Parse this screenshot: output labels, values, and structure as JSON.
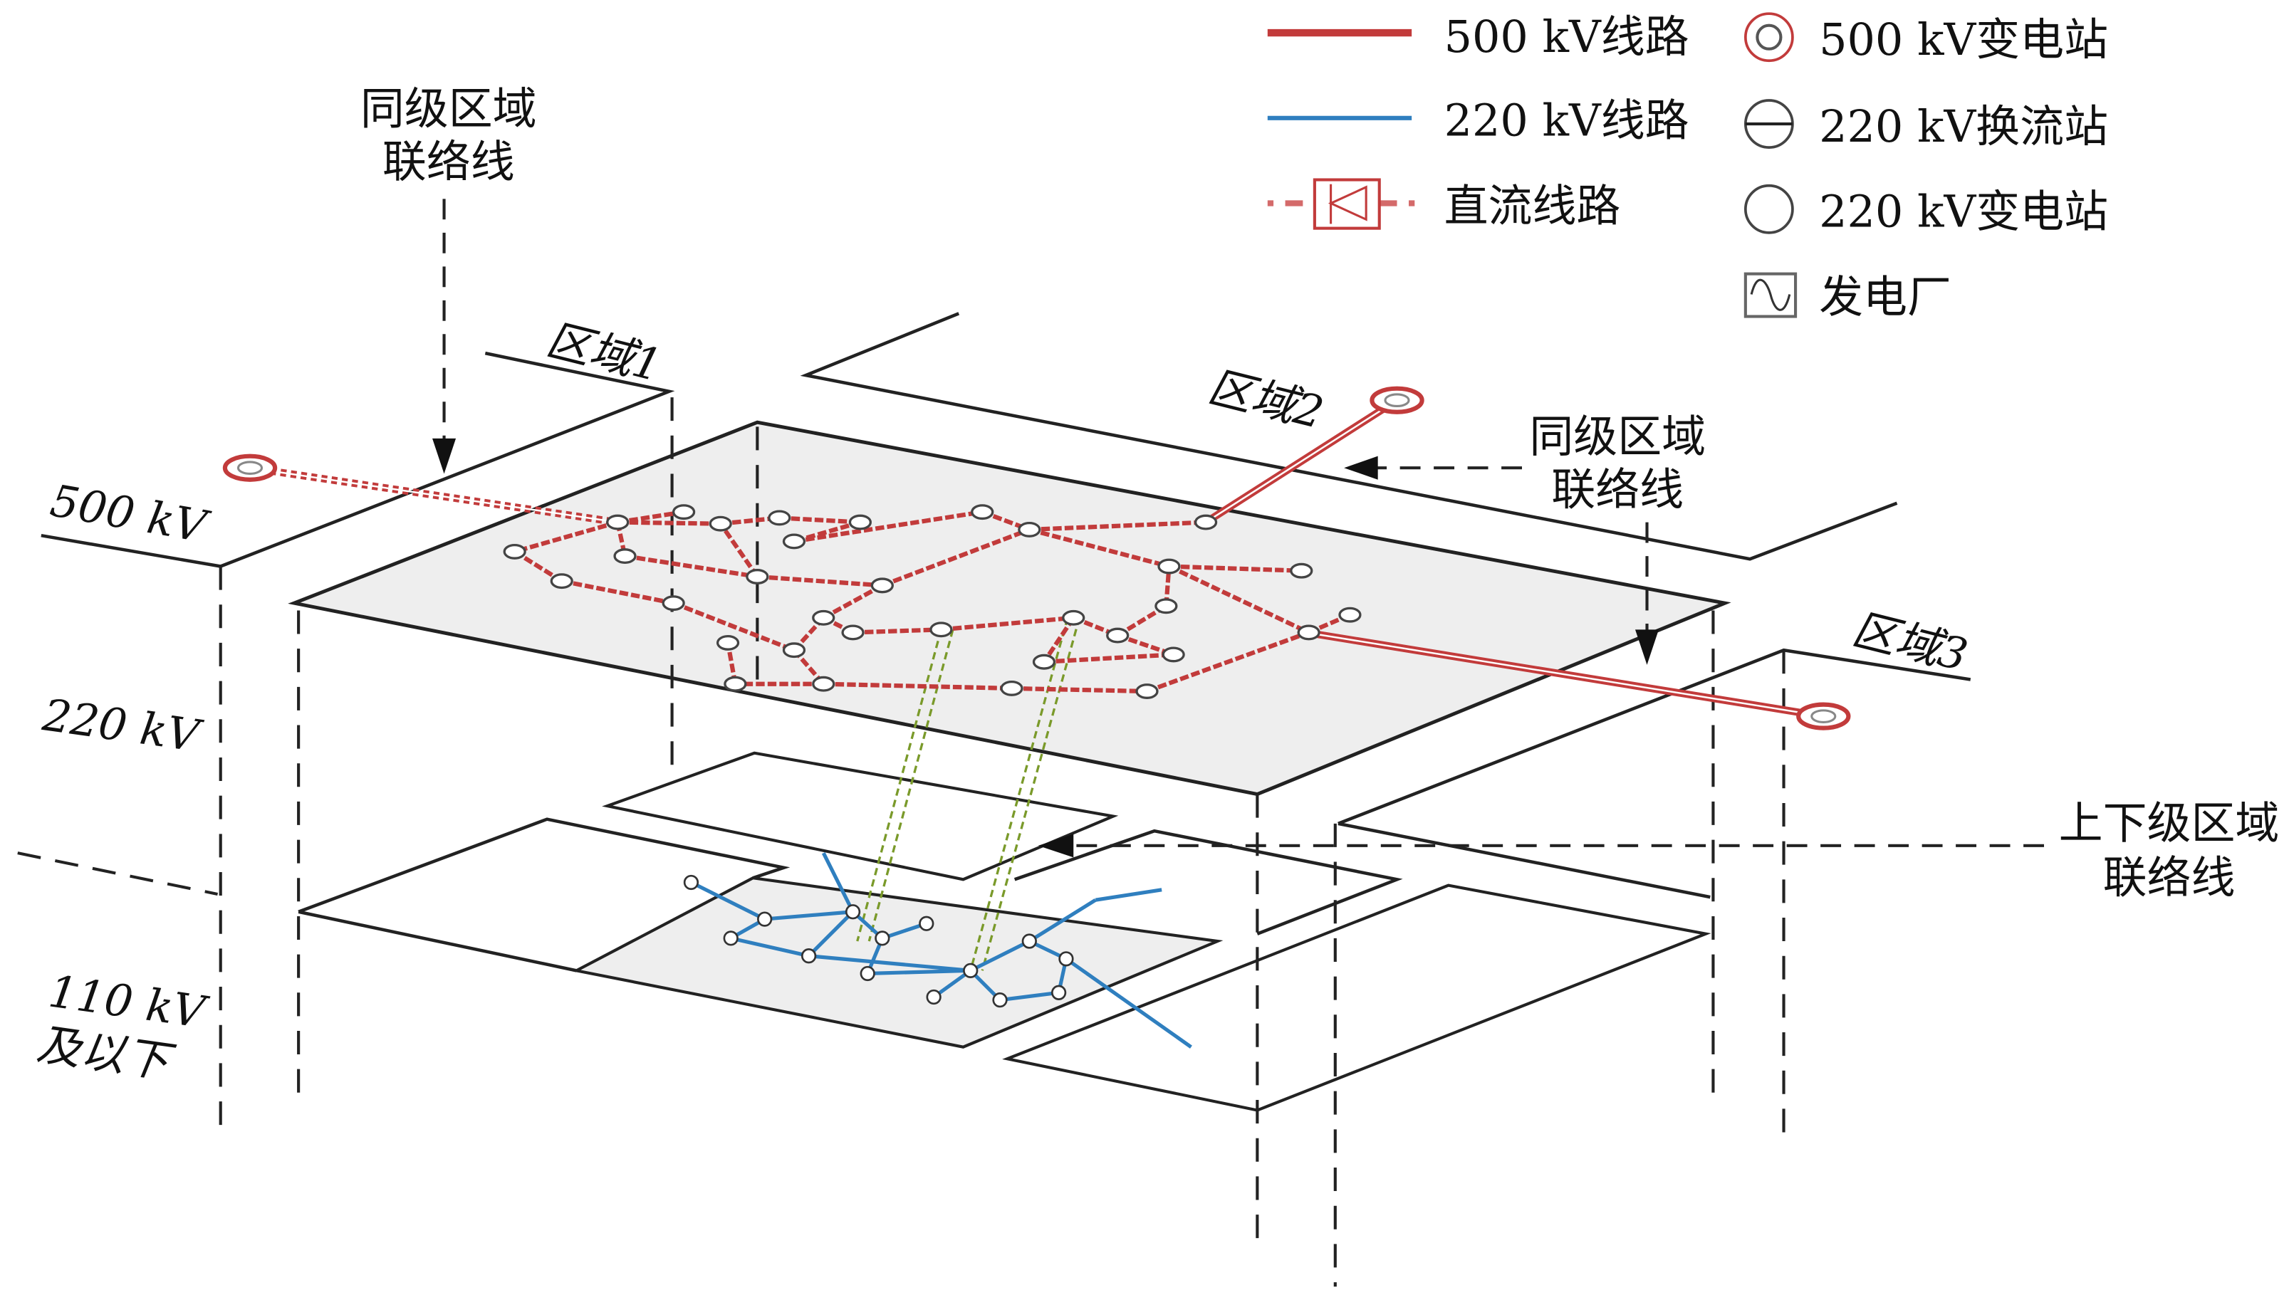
{
  "legend": {
    "line_500": "500 kV线路",
    "line_220": "220 kV线路",
    "line_dc": "直流线路",
    "station_500": "500 kV变电站",
    "converter_220": "220 kV换流站",
    "station_220": "220 kV变电站",
    "power_plant": "发电厂"
  },
  "labels": {
    "same_level_tie_1": [
      "同级区域",
      "联络线"
    ],
    "same_level_tie_2": [
      "同级区域",
      "联络线"
    ],
    "cross_level_tie": [
      "上下级区域",
      "联络线"
    ],
    "region1": "区域1",
    "region2": "区域2",
    "region3": "区域3",
    "level_500": "500 kV",
    "level_220": "220 kV",
    "level_110": [
      "110 kV",
      "及以下"
    ]
  },
  "colors": {
    "line_500": "#c23b3b",
    "line_220": "#2f7fbf",
    "tie_green": "#7a9a2a",
    "plane_fill": "#eeeeee"
  }
}
